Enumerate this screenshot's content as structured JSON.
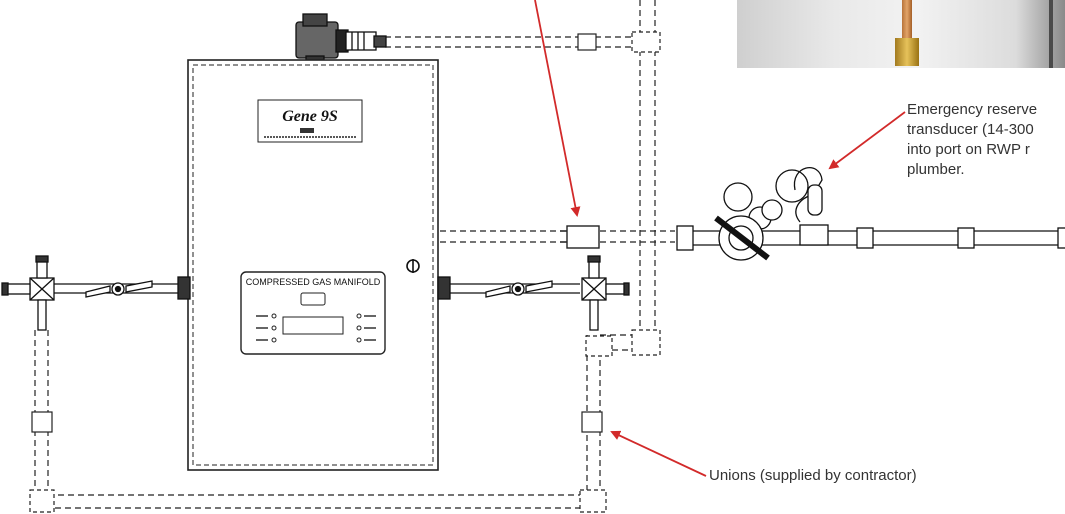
{
  "manifold": {
    "brand": "Gene 9S",
    "panel_title": "COMPRESSED GAS MANIFOLD"
  },
  "callouts": {
    "reserve_lines": [
      "Emergency reserve",
      "transducer (14-300",
      "into port on RWP r",
      "plumber."
    ],
    "unions": "Unions (supplied by contractor)"
  },
  "colors": {
    "arrow": "#d22a2a",
    "line": "#222222",
    "text": "#333333"
  }
}
